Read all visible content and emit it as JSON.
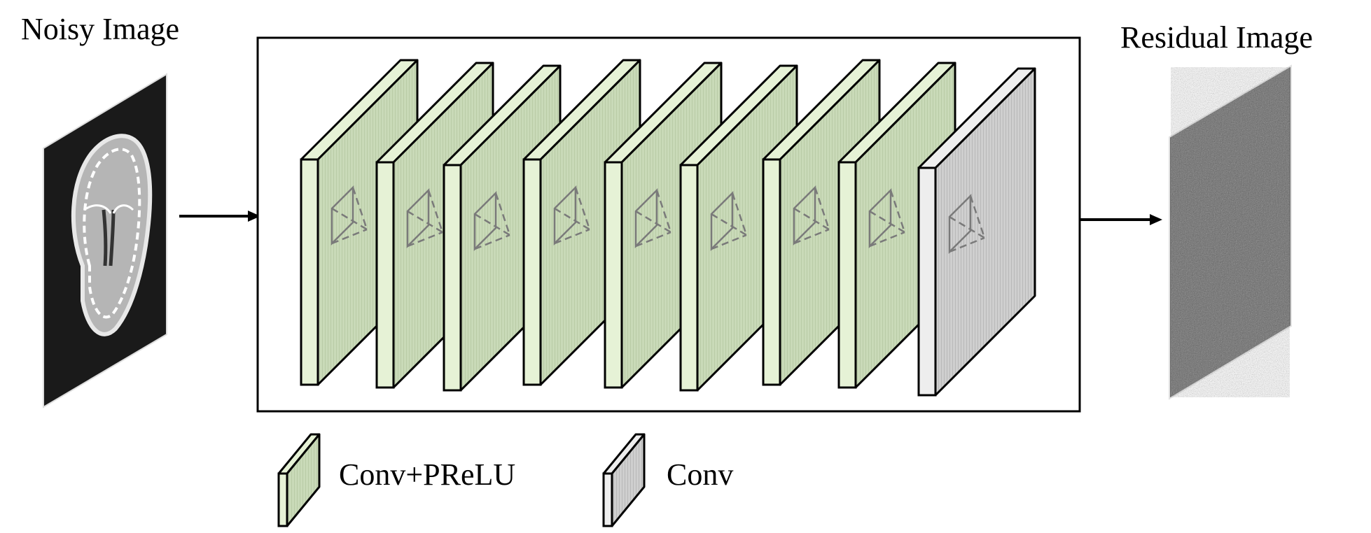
{
  "input_label": "Noisy Image",
  "output_label": "Residual Image",
  "layers": [
    {
      "type": "conv_prelu"
    },
    {
      "type": "conv_prelu"
    },
    {
      "type": "conv_prelu"
    },
    {
      "type": "conv_prelu"
    },
    {
      "type": "conv_prelu"
    },
    {
      "type": "conv_prelu"
    },
    {
      "type": "conv_prelu"
    },
    {
      "type": "conv_prelu"
    },
    {
      "type": "conv"
    }
  ],
  "legend": [
    {
      "type": "conv_prelu",
      "label": "Conv+PReLU"
    },
    {
      "type": "conv",
      "label": "Conv"
    }
  ],
  "colors": {
    "conv_prelu_face": "#c9dab8",
    "conv_prelu_edge": "#e6f2d6",
    "conv_face": "#c8c8c8",
    "conv_edge": "#eeeeee",
    "kernel_stroke": "#7a7a7a"
  }
}
